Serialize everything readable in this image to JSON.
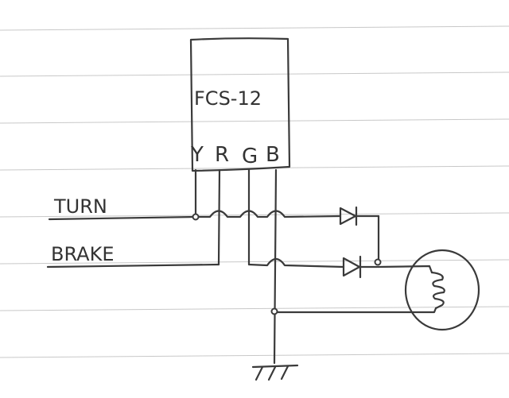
{
  "component": {
    "part_number": "FCS-12",
    "pins": [
      "Y",
      "R",
      "G",
      "B"
    ]
  },
  "inputs": {
    "turn_label": "TURN",
    "brake_label": "BRAKE"
  },
  "symbols": [
    "diode-icon",
    "diode-icon",
    "bulb-coil-icon",
    "ground-icon"
  ],
  "colors": {
    "pencil": "#3a3a3a",
    "paper_lines": "#c8c8c8",
    "paper": "#ffffff"
  }
}
